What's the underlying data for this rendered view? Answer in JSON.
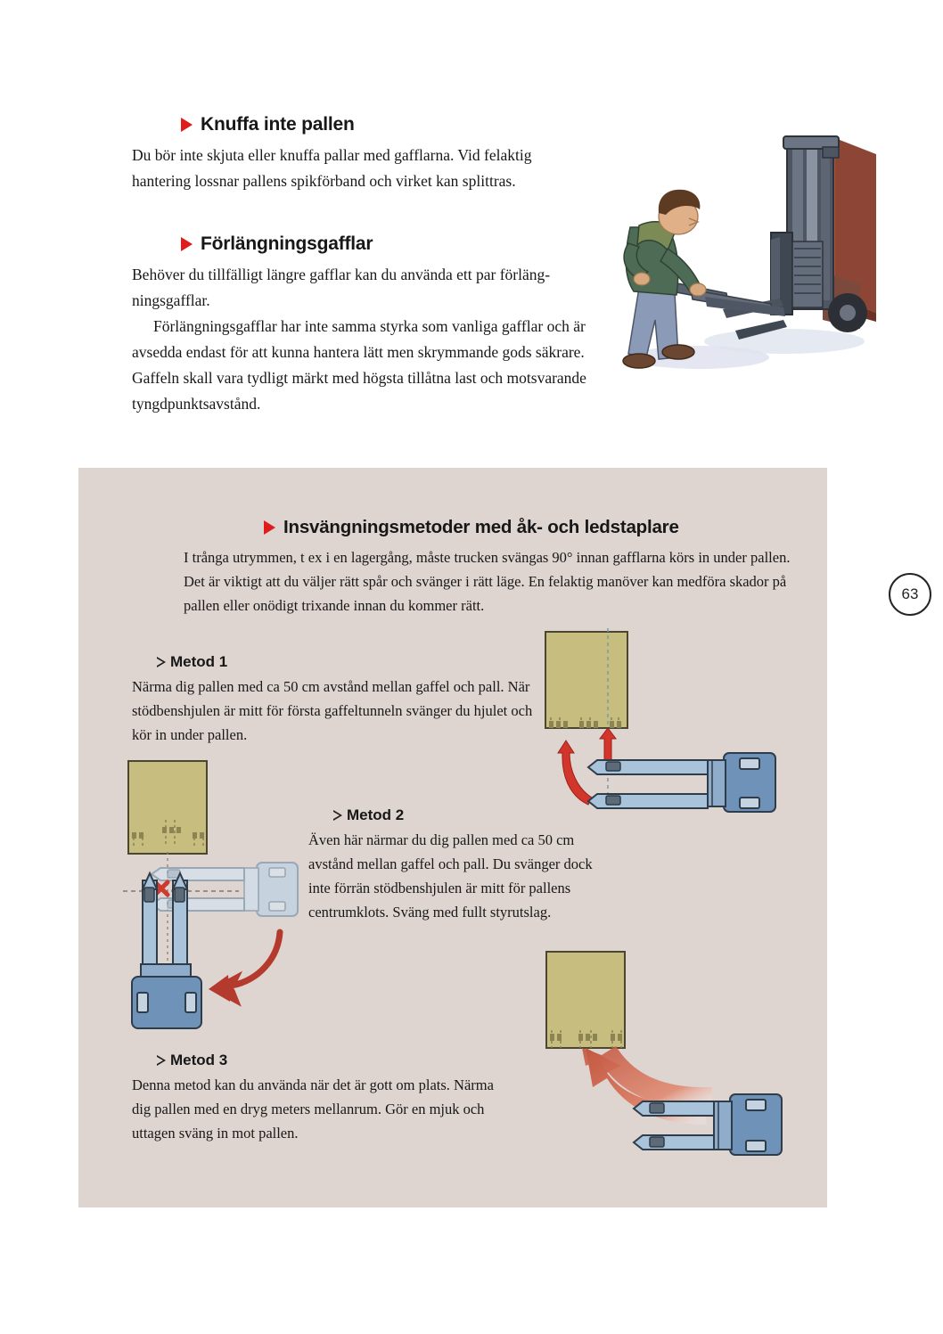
{
  "page": {
    "number": "63"
  },
  "sections": [
    {
      "id": "knuffa",
      "heading": "Knuffa inte pallen",
      "paragraphs": [
        "Du bör inte skjuta eller knuffa pallar med gafflarna. Vid felaktig hantering lossnar pallens spikförband och virket kan splittras."
      ]
    },
    {
      "id": "forlangning",
      "heading": "Förlängningsgafflar",
      "paragraphs": [
        "Behöver du tillfälligt längre gafflar kan du använda ett par förläng-ningsgafflar.",
        "Förlängningsgafflar har inte samma styrka som vanliga gafflar och är avsedda endast för att kunna hantera lätt men skrymmande gods säkrare. Gaffeln skall vara tydligt märkt med högsta tillåtna last och motsvarande tyngdpunktsavstånd."
      ]
    }
  ],
  "panel": {
    "heading": "Insvängningsmetoder med åk- och ledstaplare",
    "intro": "I trånga utrymmen, t ex i en lagergång, måste trucken svängas 90° innan gafflarna körs in under pallen. Det är viktigt att du väljer rätt spår och svänger i rätt läge. En felaktig manöver kan medföra skador på pallen eller onödigt trixande innan du kommer rätt.",
    "methods": [
      {
        "label": "Metod 1",
        "text": "Närma dig pallen med ca 50 cm avstånd mellan gaffel och pall. När stödbenshjulen är mitt för första gaffeltunneln svänger du hjulet och kör in under pallen."
      },
      {
        "label": "Metod 2",
        "text": "Även här närmar du dig pallen med ca 50 cm avstånd mellan gaffel och pall. Du svänger dock inte förrän stödbenshjulen är mitt för pallens centrumklots. Sväng med fullt styrutslag."
      },
      {
        "label": "Metod 3",
        "text": "Denna metod kan du använda när det är gott om plats. Närma dig pallen med en dryg meters mellanrum. Gör en mjuk och uttagen sväng in mot pallen."
      }
    ]
  },
  "illustration": {
    "caption": "Worker attaching extension forks to a forklift carrying a large brown panel load"
  },
  "colors": {
    "marker_red": "#e01b1b",
    "panel_bg": "#ded4d0",
    "pallet": "#c6bd7f",
    "pallet_edge": "#6e6a47",
    "truck_body": "#6f93b8",
    "truck_ghost": "#bed2e3",
    "arrow_red": "#c0352c",
    "arrow_salmon": "#d9705c",
    "page_ink": "#252525"
  }
}
